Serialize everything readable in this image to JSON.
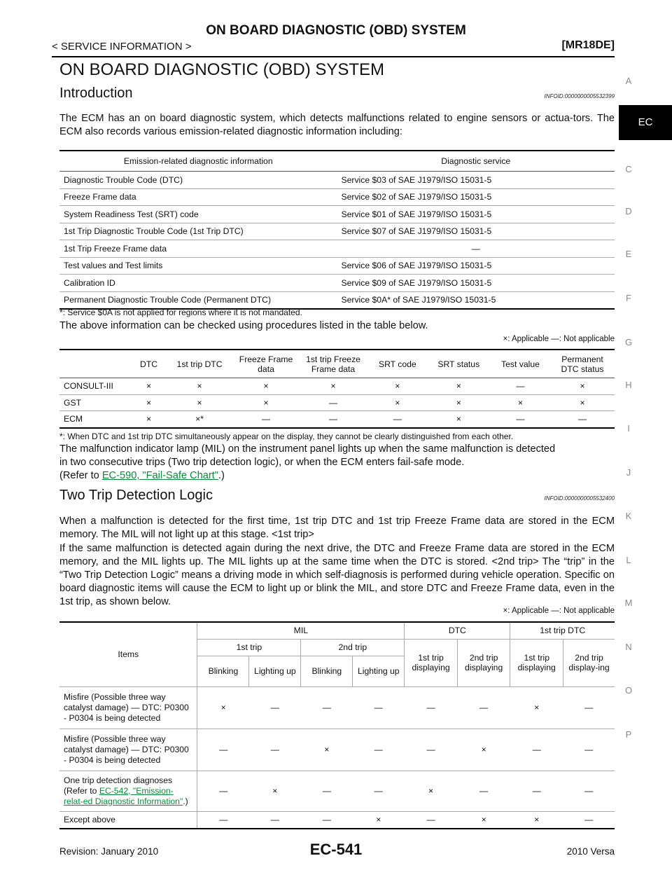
{
  "header": {
    "title": "ON BOARD DIAGNOSTIC (OBD) SYSTEM",
    "section": "< SERVICE INFORMATION >",
    "model": "[MR18DE]"
  },
  "main_title": "ON BOARD DIAGNOSTIC (OBD) SYSTEM",
  "intro": {
    "heading": "Introduction",
    "infoid": "INFOID:0000000005532399",
    "para": "The ECM has an on board diagnostic system, which detects malfunctions related to engine sensors or actua-tors. The ECM also records various emission-related diagnostic information including:",
    "table1": {
      "headers": [
        "Emission-related diagnostic information",
        "Diagnostic service"
      ],
      "rows": [
        [
          "Diagnostic Trouble Code (DTC)",
          "Service $03 of SAE J1979/ISO 15031-5"
        ],
        [
          "Freeze Frame data",
          "Service $02 of SAE J1979/ISO 15031-5"
        ],
        [
          "System Readiness Test (SRT) code",
          "Service $01 of SAE J1979/ISO 15031-5"
        ],
        [
          "1st Trip Diagnostic Trouble Code (1st Trip DTC)",
          "Service $07 of SAE J1979/ISO 15031-5"
        ],
        [
          "1st Trip Freeze Frame data",
          "—"
        ],
        [
          "Test values and Test limits",
          "Service $06 of SAE J1979/ISO 15031-5"
        ],
        [
          "Calibration ID",
          "Service $09 of SAE J1979/ISO 15031-5"
        ],
        [
          "Permanent Diagnostic Trouble Code (Permanent DTC)",
          "Service $0A* of SAE J1979/ISO 15031-5"
        ]
      ]
    },
    "note1": "*: Service $0A is not applied for regions where it is not mandated.",
    "para2": "The above information can be checked using procedures listed in the table below.",
    "legend": "×: Applicable    —: Not applicable",
    "table2": {
      "headers": [
        "",
        "DTC",
        "1st trip DTC",
        "Freeze Frame data",
        "1st trip Freeze Frame data",
        "SRT code",
        "SRT status",
        "Test value",
        "Permanent DTC status"
      ],
      "rows": [
        [
          "CONSULT-III",
          "×",
          "×",
          "×",
          "×",
          "×",
          "×",
          "—",
          "×"
        ],
        [
          "GST",
          "×",
          "×",
          "×",
          "—",
          "×",
          "×",
          "×",
          "×"
        ],
        [
          "ECM",
          "×",
          "×*",
          "—",
          "—",
          "—",
          "×",
          "—",
          "—"
        ]
      ]
    },
    "note2": "*: When DTC and 1st trip DTC simultaneously appear on the display, they cannot be clearly distinguished from each other.",
    "para3_line1": "The malfunction indicator lamp (MIL) on the instrument panel lights up when the same malfunction is detected",
    "para3_line2": "in two consecutive trips (Two trip detection logic), or when the ECM enters fail-safe mode.",
    "para3_prefix": "(Refer to ",
    "para3_link": "EC-590, \"Fail-Safe Chart\"",
    "para3_suffix": ".)"
  },
  "two_trip": {
    "heading": "Two Trip Detection Logic",
    "infoid": "INFOID:0000000005532400",
    "para": "When a malfunction is detected for the first time, 1st trip DTC and 1st trip Freeze Frame data are stored in the ECM memory. The MIL will not light up at this stage. <1st trip>",
    "para2": "If the same malfunction is detected again during the next drive, the DTC and Freeze Frame data are stored in the ECM memory, and the MIL lights up. The MIL lights up at the same time when the DTC is stored. <2nd trip> The “trip” in the “Two Trip Detection Logic” means a driving mode in which self-diagnosis is performed during vehicle operation. Specific on board diagnostic items will cause the ECM to light up or blink the MIL, and store DTC and Freeze Frame data, even in the 1st trip, as shown below.",
    "legend": "×: Applicable    —: Not applicable",
    "table3": {
      "items_header": "Items",
      "mil_header": "MIL",
      "dtc_header": "DTC",
      "trip_dtc_header": "1st trip DTC",
      "first_trip": "1st trip",
      "second_trip": "2nd trip",
      "blinking": "Blinking",
      "lighting_up": "Lighting up",
      "first_trip_displaying": "1st trip displaying",
      "second_trip_displaying": "2nd trip displaying",
      "second_trip_display_ing": "2nd trip display-ing",
      "rows": [
        {
          "item": "Misfire (Possible three way catalyst damage) — DTC: P0300 - P0304 is being detected",
          "vals": [
            "×",
            "—",
            "—",
            "—",
            "—",
            "—",
            "×",
            "—"
          ]
        },
        {
          "item": "Misfire (Possible three way catalyst damage) — DTC: P0300 - P0304 is being detected",
          "vals": [
            "—",
            "—",
            "×",
            "—",
            "—",
            "×",
            "—",
            "—"
          ]
        },
        {
          "item_prefix": "One trip detection diagnoses (Refer to ",
          "item_link": "EC-542, \"Emission-relat-ed Diagnostic Information\"",
          "item_suffix": ".)",
          "vals": [
            "—",
            "×",
            "—",
            "—",
            "×",
            "—",
            "—",
            "—"
          ]
        },
        {
          "item": "Except above",
          "vals": [
            "—",
            "—",
            "—",
            "×",
            "—",
            "×",
            "×",
            "—"
          ]
        }
      ]
    }
  },
  "side_index": [
    "A",
    "EC",
    "C",
    "D",
    "E",
    "F",
    "G",
    "H",
    "I",
    "J",
    "K",
    "L",
    "M",
    "N",
    "O",
    "P"
  ],
  "footer": {
    "revision": "Revision: January 2010",
    "page": "EC-541",
    "vehicle": "2010 Versa"
  }
}
